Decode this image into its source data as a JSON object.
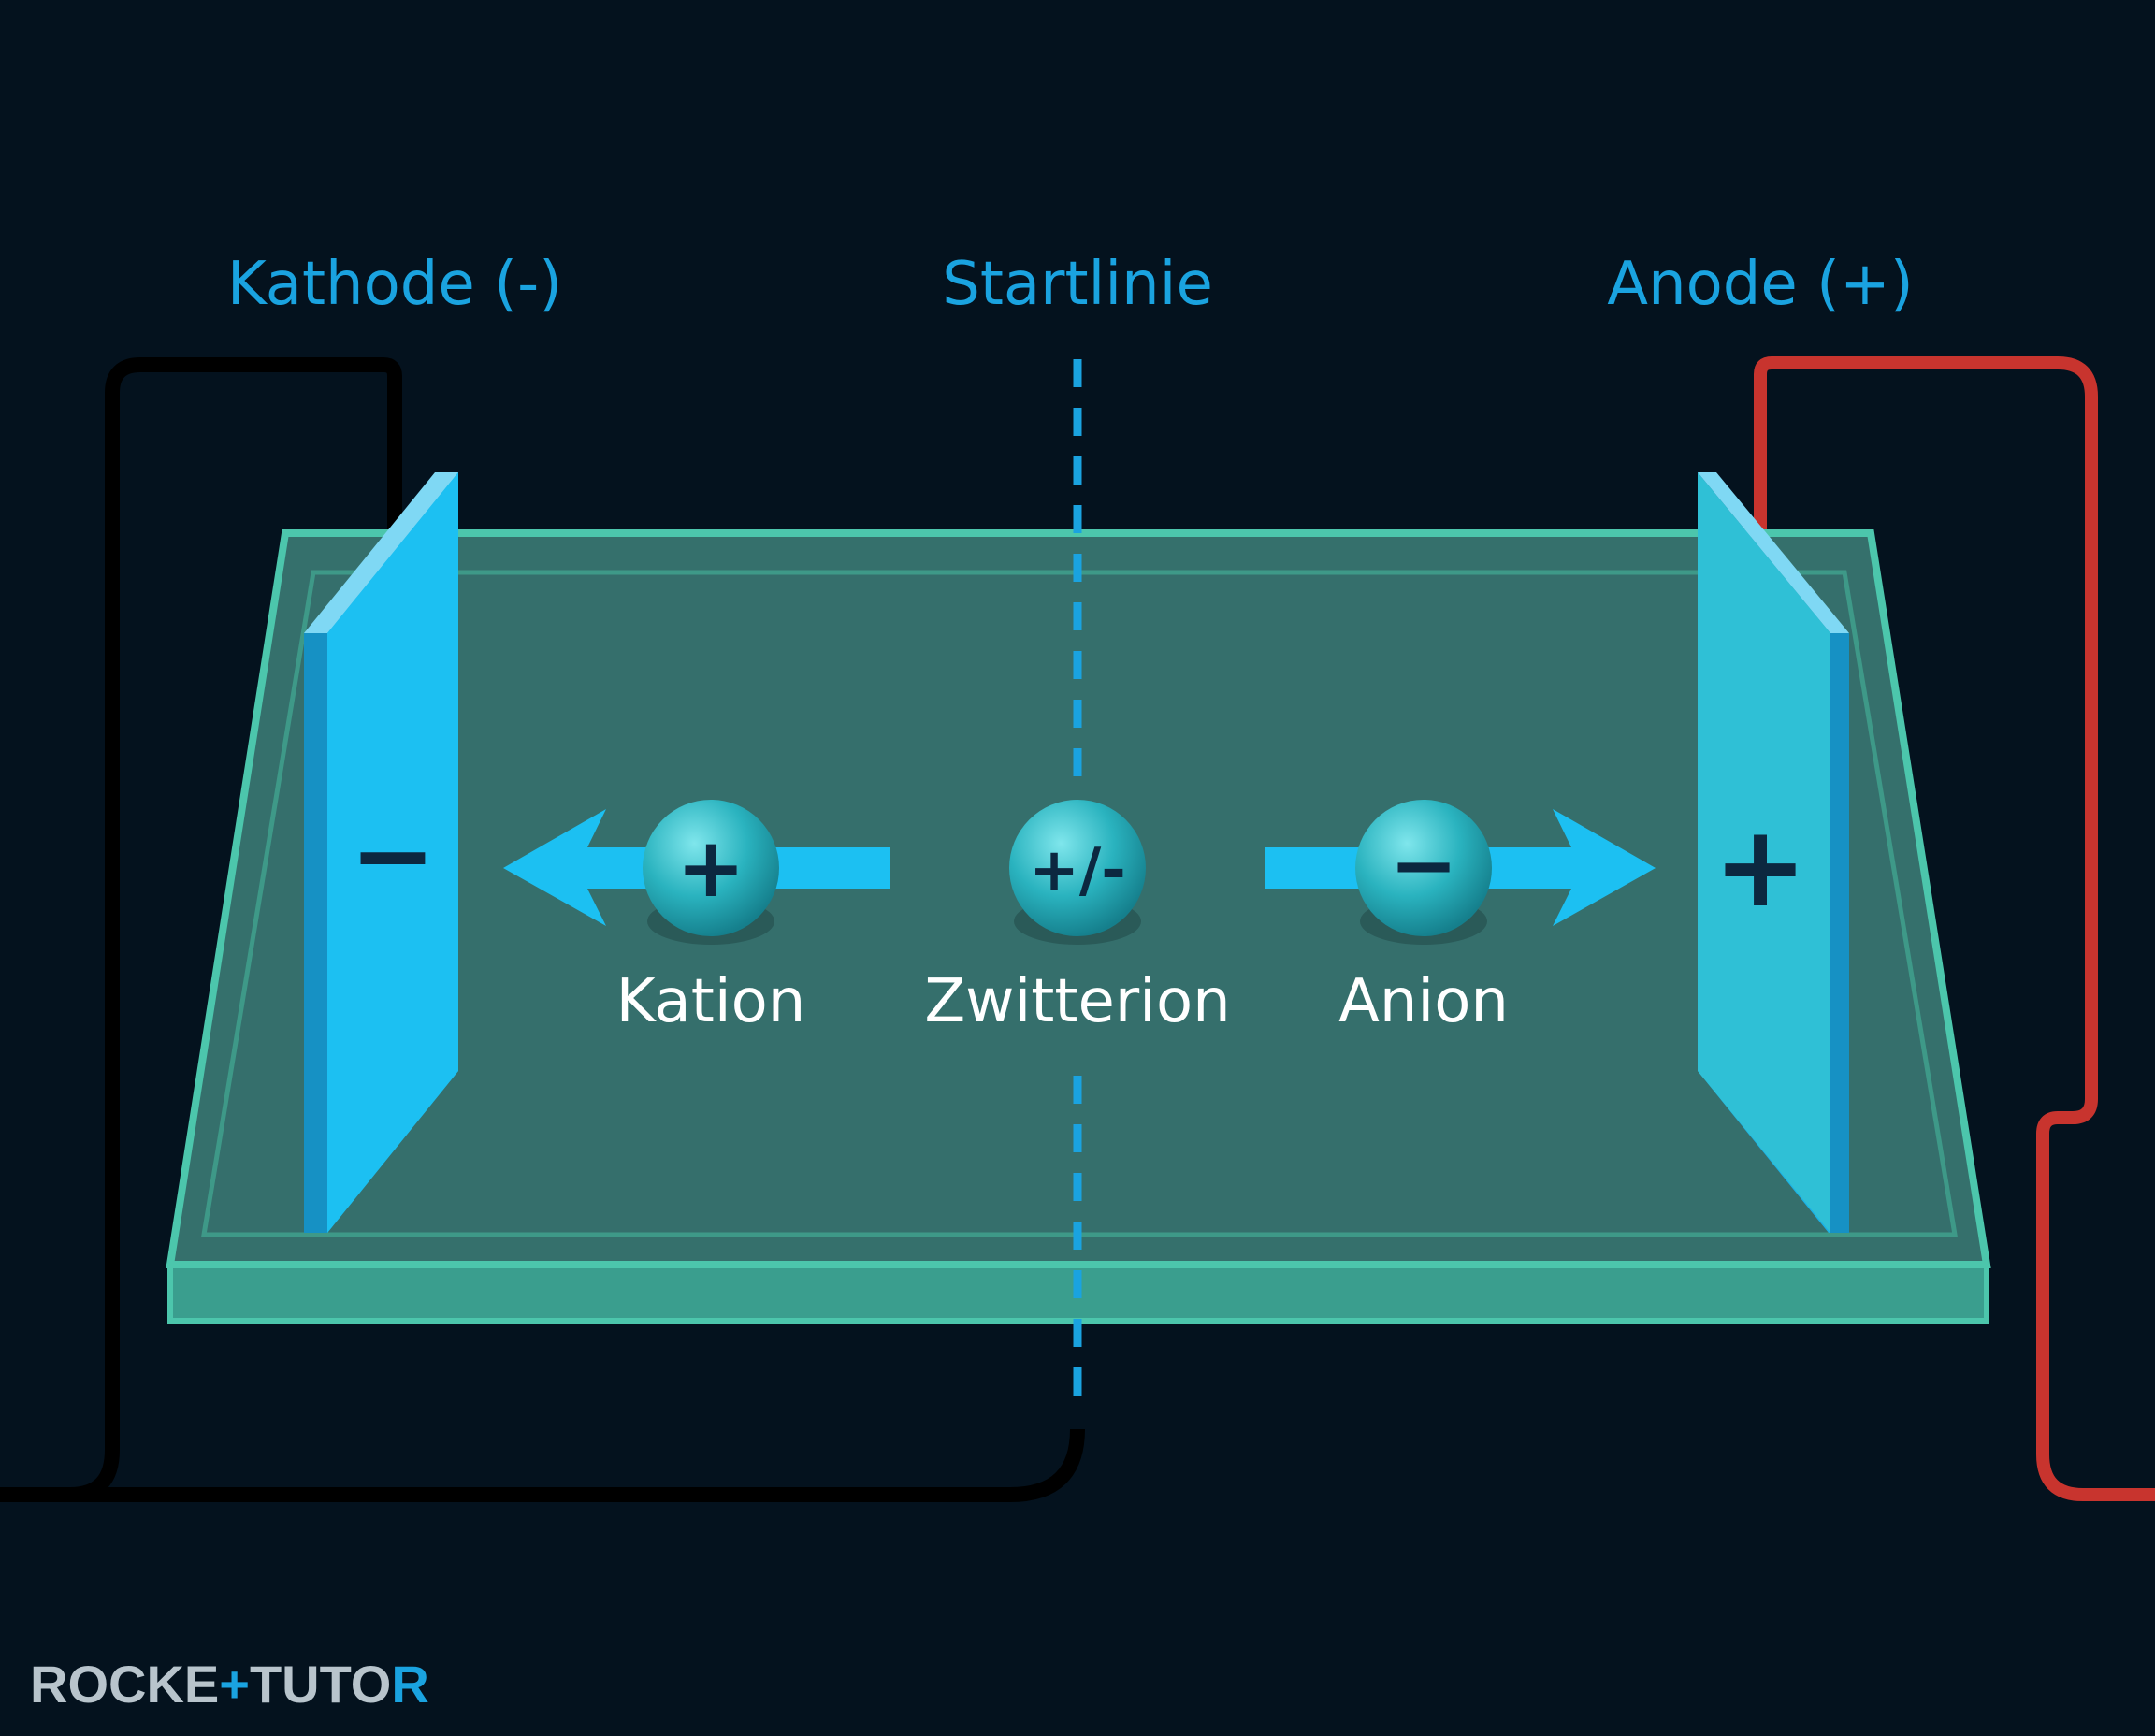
{
  "labels": {
    "cathode": "Kathode (-)",
    "startline": "Startlinie",
    "anode": "Anode (+)"
  },
  "ions": {
    "cation": {
      "symbol": "+",
      "name": "Kation"
    },
    "zwitterion": {
      "symbol": "+/-",
      "name": "Zwitterion"
    },
    "anion": {
      "symbol": "−",
      "name": "Anion"
    }
  },
  "electrodes": {
    "cathode_sign": "−",
    "anode_sign": "+"
  },
  "logo": {
    "part1": "ROCKE",
    "part2": "+",
    "part3": "TUTO",
    "part4": "R"
  },
  "colors": {
    "background": "#04121e",
    "label_blue": "#1aa3e0",
    "electrode": "#1cc0f2",
    "gel": "#35706c",
    "gel_border": "#4cc6ac",
    "wire_cathode": "#000000",
    "wire_anode": "#c8342e",
    "ion": "#2ab3bf",
    "arrow": "#1cc0f2"
  }
}
